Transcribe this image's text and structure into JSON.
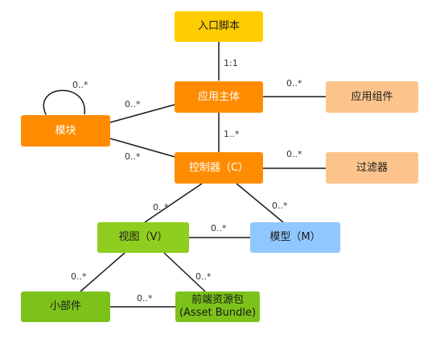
{
  "nodes": {
    "entry_script": "入口脚本",
    "application": "应用主体",
    "app_component": "应用组件",
    "module": "模块",
    "controller": "控制器（C）",
    "filter": "过滤器",
    "view": "视图（V）",
    "model": "模型（M）",
    "widget": "小部件",
    "asset_bundle_line1": "前端资源包",
    "asset_bundle_line2": "(Asset Bundle)"
  },
  "multiplicities": {
    "entry_app": "1:1",
    "module_self": "0..*",
    "module_app": "0..*",
    "component_app": "0..*",
    "app_controller": "1..*",
    "module_controller": "0..*",
    "filter_controller": "0..*",
    "controller_view": "0..*",
    "controller_model": "0..*",
    "model_view": "0..*",
    "view_widget": "0..*",
    "view_asset": "0..*",
    "asset_widget": "0..*"
  },
  "colors": {
    "entry": "#ffcc00",
    "core": "#ff8c00",
    "auxiliary": "#fcc48c",
    "view": "#8fce1e",
    "model": "#91c7ff",
    "line": "#1a1a1a"
  }
}
